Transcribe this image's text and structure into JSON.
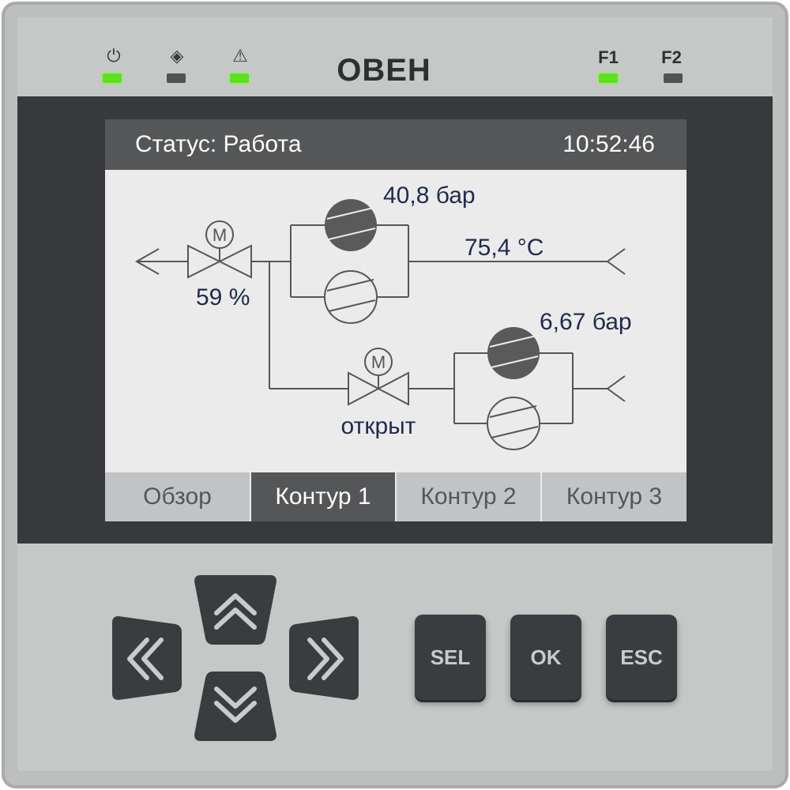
{
  "indicators": [
    {
      "id": "power",
      "icon": "power-icon",
      "glyph": "⏻",
      "led": "on"
    },
    {
      "id": "run",
      "icon": "run-icon",
      "glyph": "◈",
      "led": "off"
    },
    {
      "id": "alarm",
      "icon": "warning-icon",
      "glyph": "⚠",
      "led": "on"
    },
    {
      "id": "f1",
      "label": "F1",
      "led": "on"
    },
    {
      "id": "f2",
      "label": "F2",
      "led": "off"
    }
  ],
  "brand": "ОВЕН",
  "screen": {
    "status": "Статус: Работа",
    "time": "10:52:46",
    "values": {
      "discharge_pressure": "40,8 бар",
      "discharge_temp": "75,4 °C",
      "valve1_position": "59 %",
      "suction_pressure": "6,67 бар",
      "valve2_state": "открыт"
    },
    "motor_label": "M",
    "tabs": [
      {
        "label": "Обзор",
        "active": false
      },
      {
        "label": "Контур 1",
        "active": true
      },
      {
        "label": "Контур 2",
        "active": false
      },
      {
        "label": "Контур 3",
        "active": false
      }
    ]
  },
  "keys": {
    "sel": "SEL",
    "ok": "OK",
    "esc": "ESC"
  },
  "colors": {
    "led_on": "#5de21d",
    "led_off": "#505254",
    "value_text": "#1f2a4d",
    "unit_text": "#555657",
    "pipe": "#555657",
    "compressor_on": "#5a5a5b"
  }
}
